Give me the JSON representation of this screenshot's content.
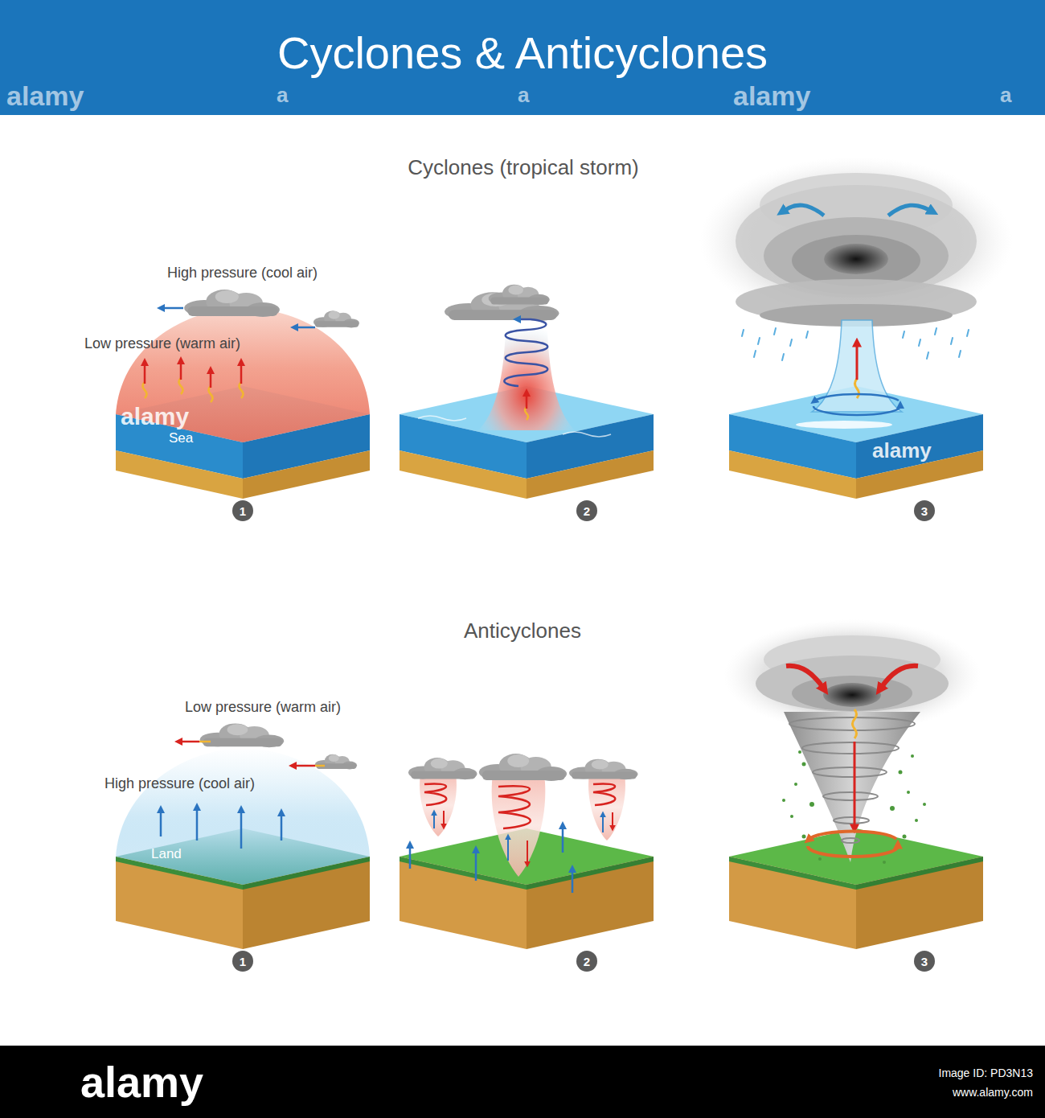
{
  "diagram": {
    "title": "Cyclones & Anticyclones",
    "nodes": [
      {
        "text": [
          "1"
        ]
      },
      {
        "text": [
          "2"
        ]
      },
      {
        "text": [
          "3"
        ]
      },
      {
        "text": [
          "1"
        ]
      },
      {
        "text": [
          "2"
        ]
      },
      {
        "text": [
          "3"
        ]
      }
    ],
    "labels": [
      "alamy",
      "a",
      "a",
      "alamy",
      "a",
      "Cyclones (tropical storm)",
      "High pressure (cool air)",
      "Low pressure (warm air)",
      "Sea",
      "alamy",
      "alamy",
      "Anticyclones",
      "Low pressure (warm air)",
      "High pressure (cool air)",
      "Land",
      "alamy",
      "Image ID: PD3N13",
      "www.alamy.com"
    ]
  }
}
